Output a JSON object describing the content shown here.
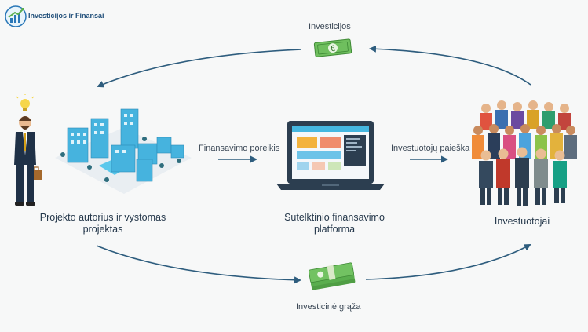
{
  "logo": {
    "text": "Investicijos ir Finansai"
  },
  "flows": {
    "top": "Investicijos",
    "left_mid": "Finansavimo poreikis",
    "right_mid": "Investuotojų paieška",
    "bottom": "Investicinė grąža"
  },
  "nodes": {
    "author": {
      "line1": "Projekto autorius ir vystomas",
      "line2": "projektas"
    },
    "platform": {
      "line1": "Sutelktinio finansavimo",
      "line2": "platforma"
    },
    "investors": {
      "line1": "Investuotojai"
    }
  },
  "colors": {
    "arrow": "#2e5d7e",
    "accent": "#45b7e0",
    "money": "#5aae4e"
  }
}
